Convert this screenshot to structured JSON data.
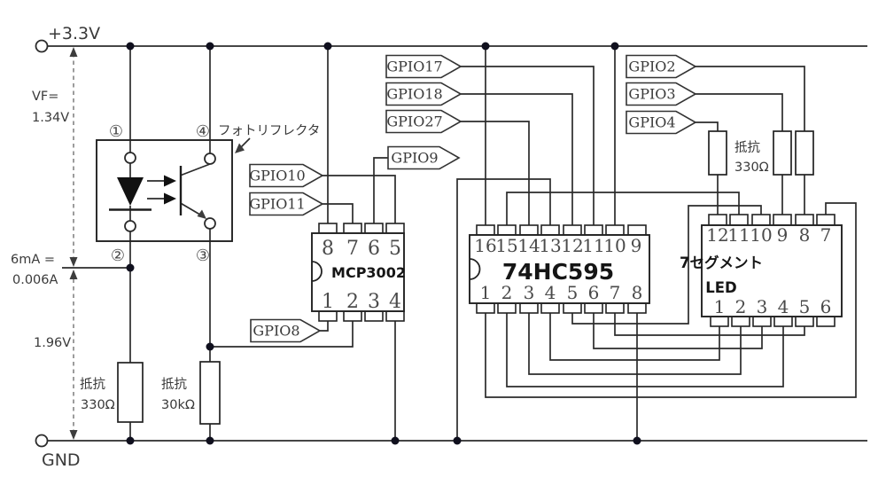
{
  "diagram": {
    "title_semantic": "photoreflector-adc-shift-register-7seg-circuit",
    "power": {
      "vcc": "+3.3V",
      "gnd": "GND"
    },
    "annotations": {
      "vf1": "VF=",
      "vf2": "1.34V",
      "cur1": "6mA =",
      "cur2": "0.006A",
      "vdiv": "1.96V"
    },
    "photoreflector": {
      "label": "フォトリフレクタ",
      "pin1": "①",
      "pin2": "②",
      "pin3": "③",
      "pin4": "④"
    },
    "resistors": {
      "led_r": {
        "l1": "抵抗",
        "l2": "330Ω"
      },
      "divider_r": {
        "l1": "抵抗",
        "l2": "30kΩ"
      },
      "seg_r": {
        "l1": "抵抗",
        "l2": "330Ω"
      }
    },
    "tags": {
      "gpio2": "GPIO2",
      "gpio3": "GPIO3",
      "gpio4": "GPIO4",
      "gpio8": "GPIO8",
      "gpio9": "GPIO9",
      "gpio10": "GPIO10",
      "gpio11": "GPIO11",
      "gpio17": "GPIO17",
      "gpio18": "GPIO18",
      "gpio27": "GPIO27"
    },
    "mcp3002": {
      "name": "MCP3002",
      "top": [
        "8",
        "7",
        "6",
        "5"
      ],
      "bottom": [
        "1",
        "2",
        "3",
        "4"
      ]
    },
    "hc595": {
      "name": "74HC595",
      "top": [
        "16",
        "15",
        "14",
        "13",
        "12",
        "11",
        "10",
        "9"
      ],
      "bottom": [
        "1",
        "2",
        "3",
        "4",
        "5",
        "6",
        "7",
        "8"
      ]
    },
    "seg7": {
      "line1": "7セグメント",
      "line2": "LED",
      "top": [
        "12",
        "11",
        "10",
        "9",
        "8",
        "7"
      ],
      "bottom": [
        "1",
        "2",
        "3",
        "4",
        "5",
        "6"
      ]
    },
    "colors": {
      "wire": "#2b2b2b",
      "text": "#3a3a3a",
      "junction": "#10101e"
    }
  }
}
